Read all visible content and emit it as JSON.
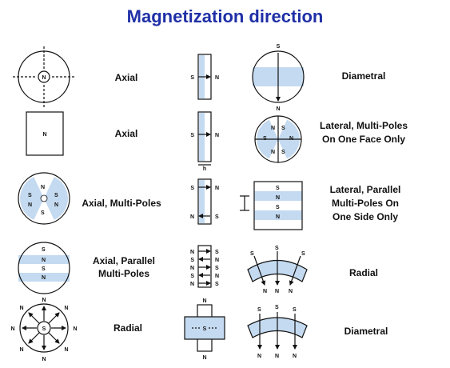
{
  "title": "Magnetization direction",
  "colors": {
    "title": "#1f2fa6",
    "fill": "#c4daf0",
    "line": "#111111"
  },
  "poles": {
    "n": "N",
    "s": "S"
  },
  "dimension_h": "h",
  "labels": {
    "r1_left": "Axial",
    "r1_right": "Diametral",
    "r2_left": "Axial",
    "r2_right": [
      "Lateral, Multi-Poles",
      "On One Face Only"
    ],
    "r3_left": "Axial, Multi-Poles",
    "r3_right": [
      "Lateral, Parallel",
      "Multi-Poles On",
      "One Side Only"
    ],
    "r4_left": [
      "Axial, Parallel",
      "Multi-Poles"
    ],
    "r4_right": "Radial",
    "r5_left": "Radial",
    "r5_right": "Diametral"
  }
}
